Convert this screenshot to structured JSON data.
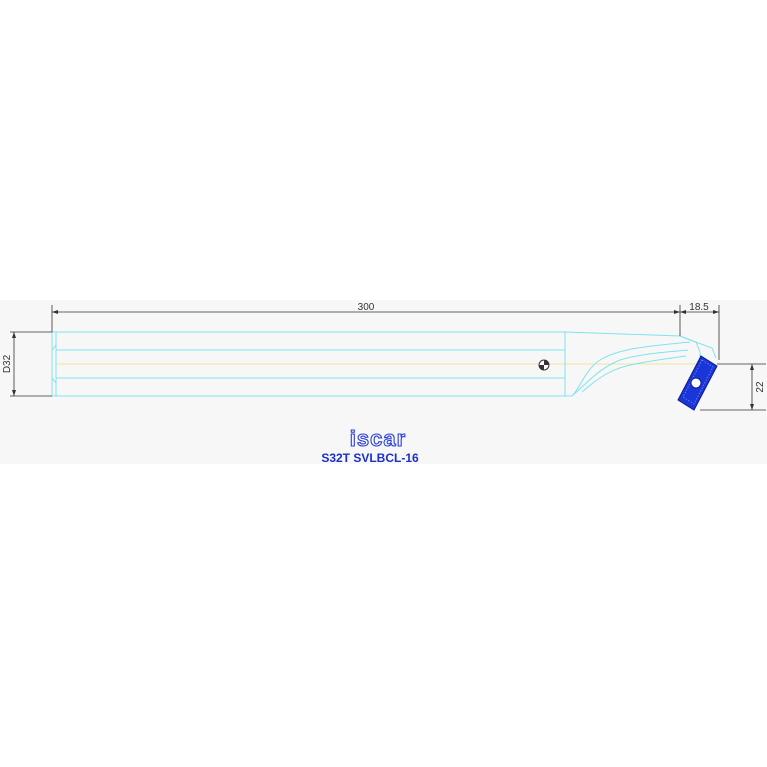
{
  "drawing": {
    "overall_length": "300",
    "head_length": "18.5",
    "shank_diameter": "D32",
    "offset": "22"
  },
  "brand": {
    "logo_text": "iscar",
    "model_code": "S32T SVLBCL-16"
  },
  "colors": {
    "outline": "#7fe3ee",
    "centerline": "#f2e39a",
    "dimension": "#333333",
    "insert": "#1a35d8",
    "text_blue": "#1a2fd0"
  }
}
